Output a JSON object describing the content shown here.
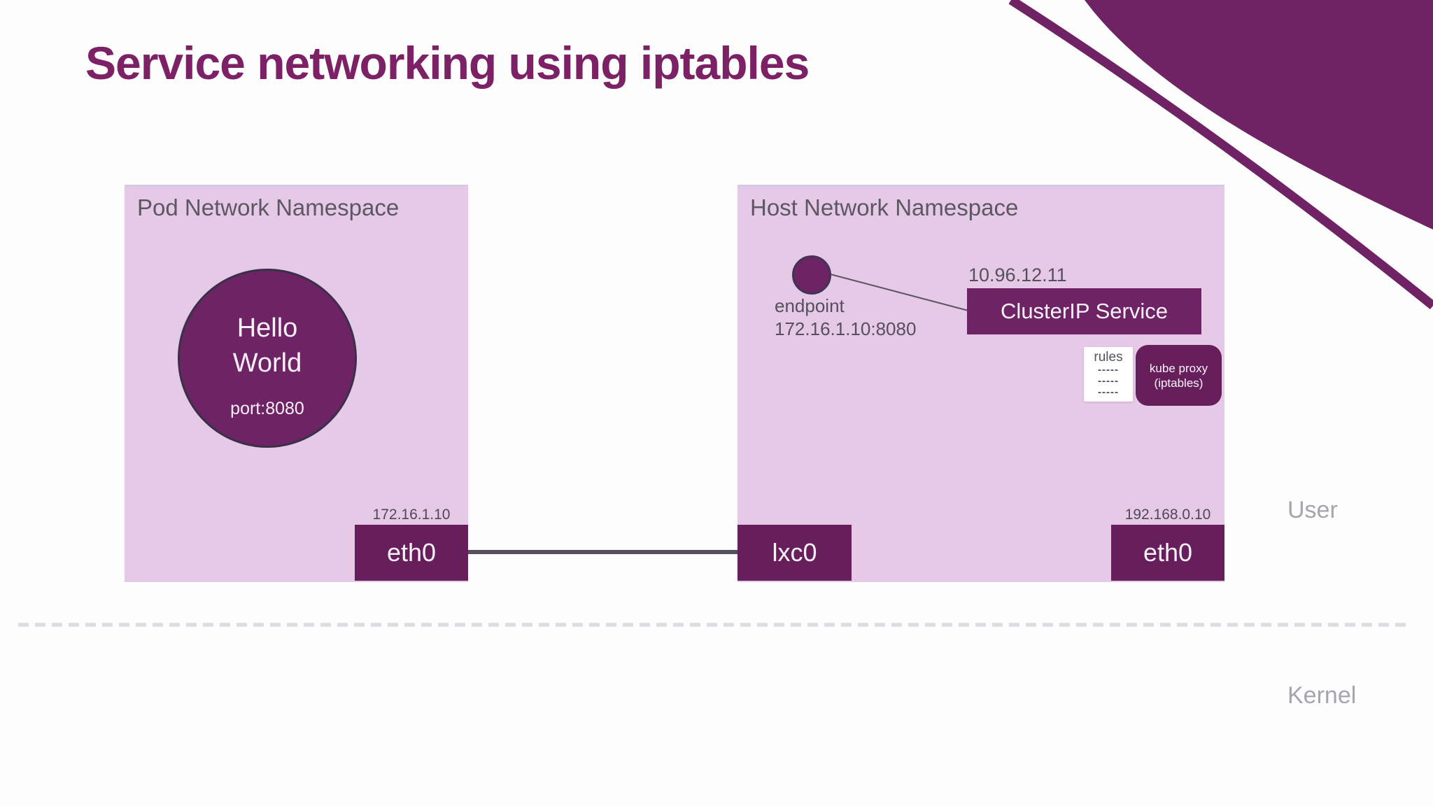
{
  "slide": {
    "title": "Service networking using iptables"
  },
  "pod": {
    "title": "Pod Network Namespace",
    "app": {
      "line1": "Hello",
      "line2": "World",
      "port": "port:8080"
    },
    "interface": {
      "ip": "172.16.1.10",
      "label": "eth0"
    }
  },
  "host": {
    "title": "Host Network Namespace",
    "endpoint": {
      "label": "endpoint",
      "address": "172.16.1.10:8080"
    },
    "service": {
      "ip": "10.96.12.11",
      "label": "ClusterIP Service"
    },
    "rules": {
      "label": "rules",
      "lines": [
        "-----",
        "-----",
        "-----"
      ]
    },
    "kube_proxy": {
      "line1": "kube proxy",
      "line2": "(iptables)"
    },
    "lxc": {
      "label": "lxc0"
    },
    "interface": {
      "ip": "192.168.0.10",
      "label": "eth0"
    }
  },
  "zones": {
    "user": "User",
    "kernel": "Kernel"
  },
  "colors": {
    "brand_purple": "#6d2364",
    "brand_purple_deep": "#671f5b",
    "title_purple": "#7c2166",
    "panel_pink": "#e6c9e6",
    "muted_text": "#564f5d",
    "zone_text": "#a7a4ab",
    "connector_gray": "#54505c",
    "dashed_separator": "#dfdbe2"
  }
}
